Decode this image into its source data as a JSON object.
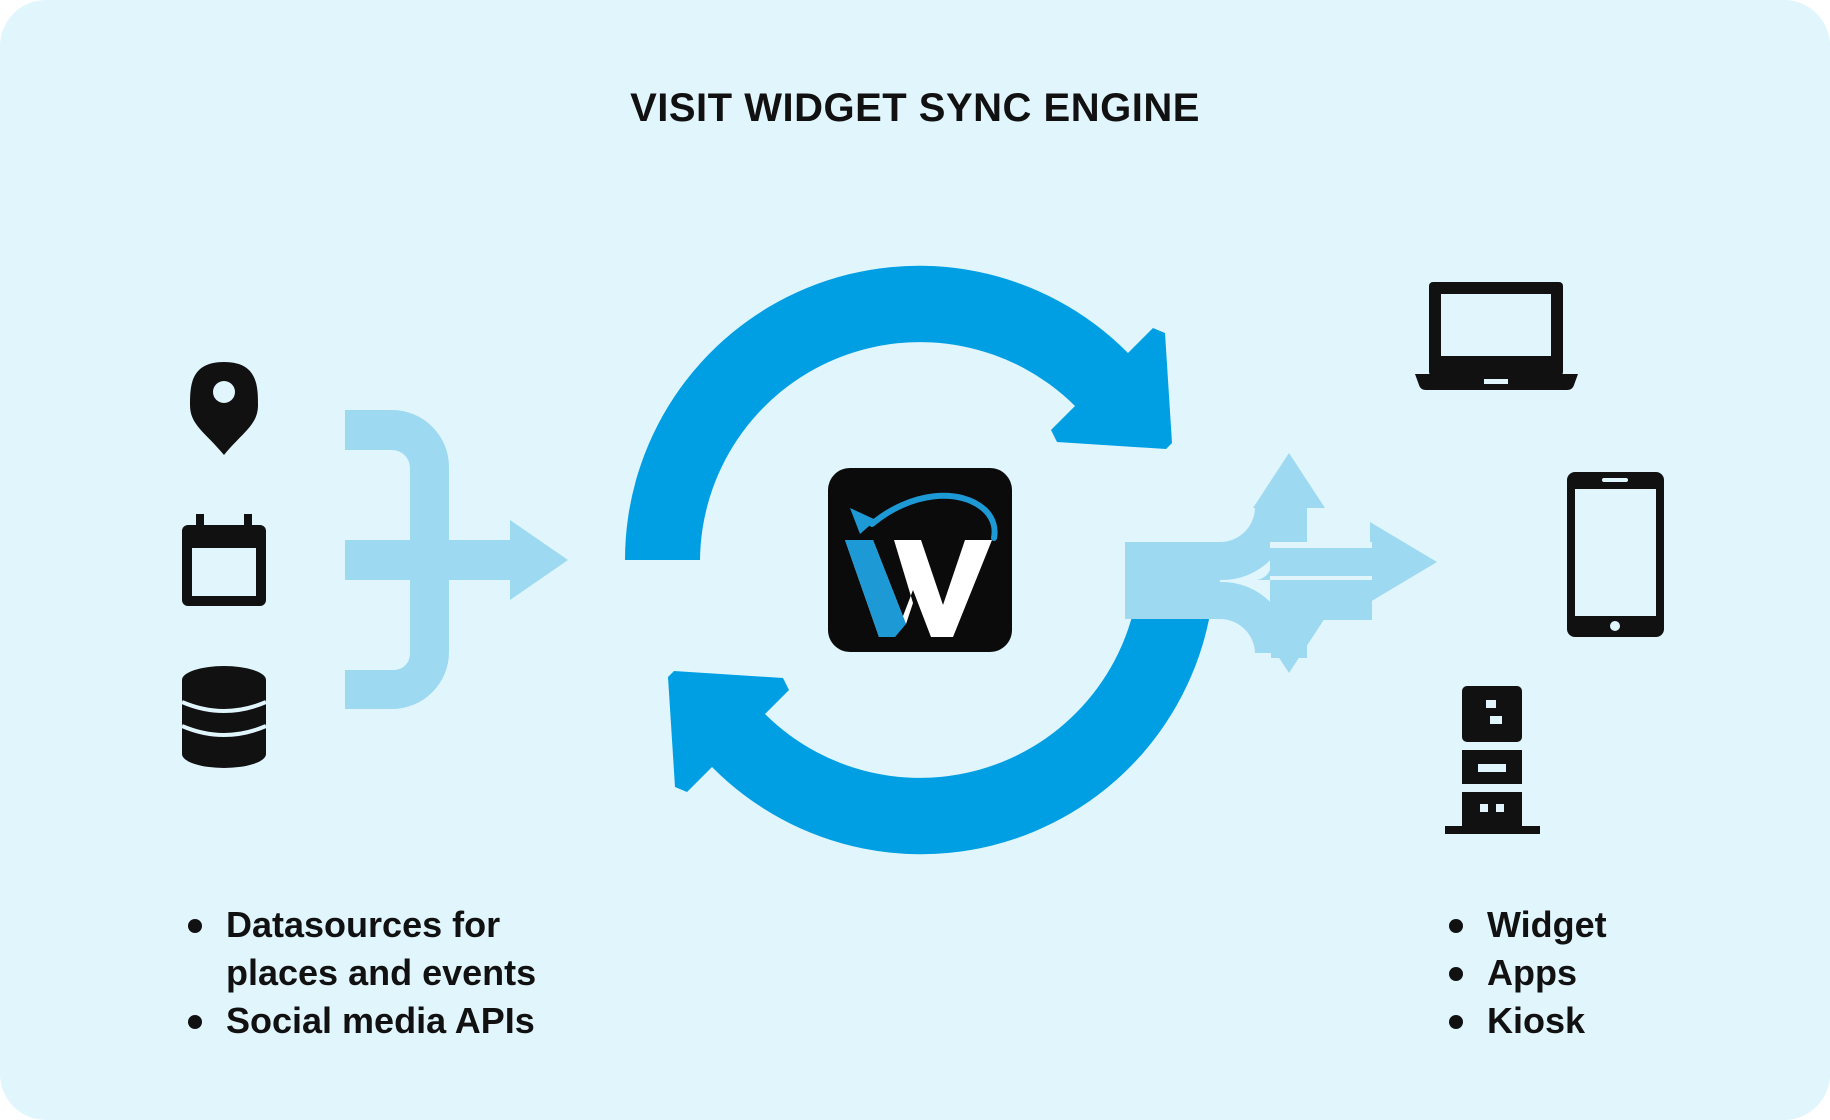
{
  "title": "VISIT WIDGET SYNC ENGINE",
  "sources": {
    "icons": [
      "map-pin-icon",
      "calendar-icon",
      "database-icon"
    ],
    "items": [
      "Datasources for places and events",
      "Social media APIs"
    ]
  },
  "outputs": {
    "icons": [
      "laptop-icon",
      "tablet-icon",
      "kiosk-icon"
    ],
    "items": [
      "Widget",
      "Apps",
      "Kiosk"
    ]
  },
  "engine": {
    "icon": "visit-widget-logo"
  },
  "colors": {
    "background": "#e1f5fd",
    "sync_arrows": "#009fe3",
    "flow_arrows": "#9ed9f2",
    "icons": "#111111",
    "logo_tile": "#0b0b0b"
  }
}
